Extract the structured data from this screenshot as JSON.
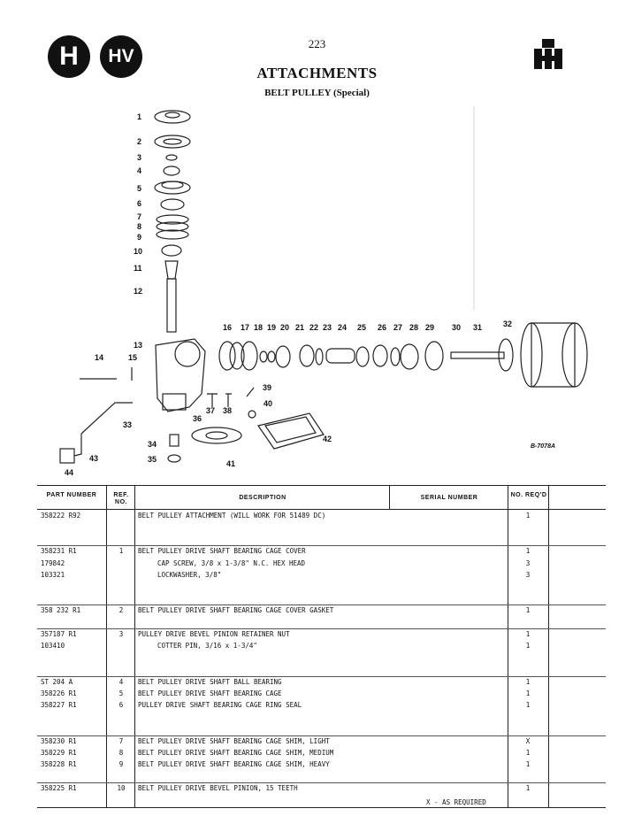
{
  "page": {
    "number": "223",
    "title": "ATTACHMENTS",
    "subtitle": "BELT PULLEY (Special)",
    "badges": [
      "H",
      "HV"
    ],
    "logo": "ih-logo-icon"
  },
  "diagram": {
    "code": "B-7078A",
    "callouts": [
      "1",
      "2",
      "3",
      "4",
      "5",
      "6",
      "7",
      "8",
      "9",
      "10",
      "11",
      "12",
      "13",
      "14",
      "15",
      "16",
      "17",
      "18",
      "19",
      "20",
      "21",
      "22",
      "23",
      "24",
      "25",
      "26",
      "27",
      "28",
      "29",
      "30",
      "31",
      "32",
      "33",
      "34",
      "35",
      "36",
      "37",
      "38",
      "39",
      "40",
      "41",
      "42",
      "43",
      "44"
    ]
  },
  "table": {
    "headers": {
      "part": "PART NUMBER",
      "ref": "REF. NO.",
      "description": "DESCRIPTION",
      "serial": "SERIAL NUMBER",
      "qty": "NO. REQ'D"
    },
    "rows": [
      {
        "part": "358222 R92",
        "ref": "",
        "desc": "BELT PULLEY ATTACHMENT (WILL WORK FOR 51489 DC)",
        "qty": "1",
        "indent": false
      },
      {
        "part": "",
        "ref": "",
        "desc": "",
        "qty": "",
        "indent": false
      },
      {
        "part": "",
        "ref": "",
        "desc": "",
        "qty": "",
        "indent": false
      },
      {
        "part": "358231 R1",
        "ref": "1",
        "desc": "BELT PULLEY DRIVE SHAFT BEARING CAGE COVER",
        "qty": "1",
        "indent": false
      },
      {
        "part": "179842",
        "ref": "",
        "desc": "CAP SCREW, 3/8 x 1-3/8\" N.C. HEX HEAD",
        "qty": "3",
        "indent": true
      },
      {
        "part": "103321",
        "ref": "",
        "desc": "LOCKWASHER, 3/8\"",
        "qty": "3",
        "indent": true
      },
      {
        "part": "",
        "ref": "",
        "desc": "",
        "qty": "",
        "indent": false
      },
      {
        "part": "",
        "ref": "",
        "desc": "",
        "qty": "",
        "indent": false
      },
      {
        "part": "358 232 R1",
        "ref": "2",
        "desc": "BELT PULLEY DRIVE SHAFT BEARING CAGE COVER GASKET",
        "qty": "1",
        "indent": false
      },
      {
        "part": "",
        "ref": "",
        "desc": "",
        "qty": "",
        "indent": false
      },
      {
        "part": "357187 R1",
        "ref": "3",
        "desc": "PULLEY DRIVE BEVEL PINION RETAINER NUT",
        "qty": "1",
        "indent": false
      },
      {
        "part": "103410",
        "ref": "",
        "desc": "COTTER PIN, 3/16 x 1-3/4\"",
        "qty": "1",
        "indent": true
      },
      {
        "part": "",
        "ref": "",
        "desc": "",
        "qty": "",
        "indent": false
      },
      {
        "part": "",
        "ref": "",
        "desc": "",
        "qty": "",
        "indent": false
      },
      {
        "part": "ST    204 A",
        "ref": "4",
        "desc": "BELT PULLEY DRIVE SHAFT BALL BEARING",
        "qty": "1",
        "indent": false
      },
      {
        "part": "358226 R1",
        "ref": "5",
        "desc": "BELT PULLEY DRIVE SHAFT BEARING CAGE",
        "qty": "1",
        "indent": false
      },
      {
        "part": "358227 R1",
        "ref": "6",
        "desc": "PULLEY DRIVE SHAFT BEARING CAGE RING SEAL",
        "qty": "1",
        "indent": false
      },
      {
        "part": "",
        "ref": "",
        "desc": "",
        "qty": "",
        "indent": false
      },
      {
        "part": "",
        "ref": "",
        "desc": "",
        "qty": "",
        "indent": false
      },
      {
        "part": "358230 R1",
        "ref": "7",
        "desc": "BELT PULLEY DRIVE SHAFT BEARING CAGE SHIM, LIGHT",
        "qty": "X",
        "indent": false
      },
      {
        "part": "358229 R1",
        "ref": "8",
        "desc": "BELT PULLEY DRIVE SHAFT BEARING CAGE SHIM, MEDIUM",
        "qty": "1",
        "indent": false
      },
      {
        "part": "358228 R1",
        "ref": "9",
        "desc": "BELT PULLEY DRIVE SHAFT BEARING CAGE SHIM, HEAVY",
        "qty": "1",
        "indent": false
      },
      {
        "part": "",
        "ref": "",
        "desc": "",
        "qty": "",
        "indent": false
      },
      {
        "part": "358225 R1",
        "ref": "10",
        "desc": "BELT PULLEY DRIVE BEVEL PINION, 15 TEETH",
        "qty": "1",
        "indent": false
      }
    ],
    "footnote": "X - AS REQUIRED"
  }
}
